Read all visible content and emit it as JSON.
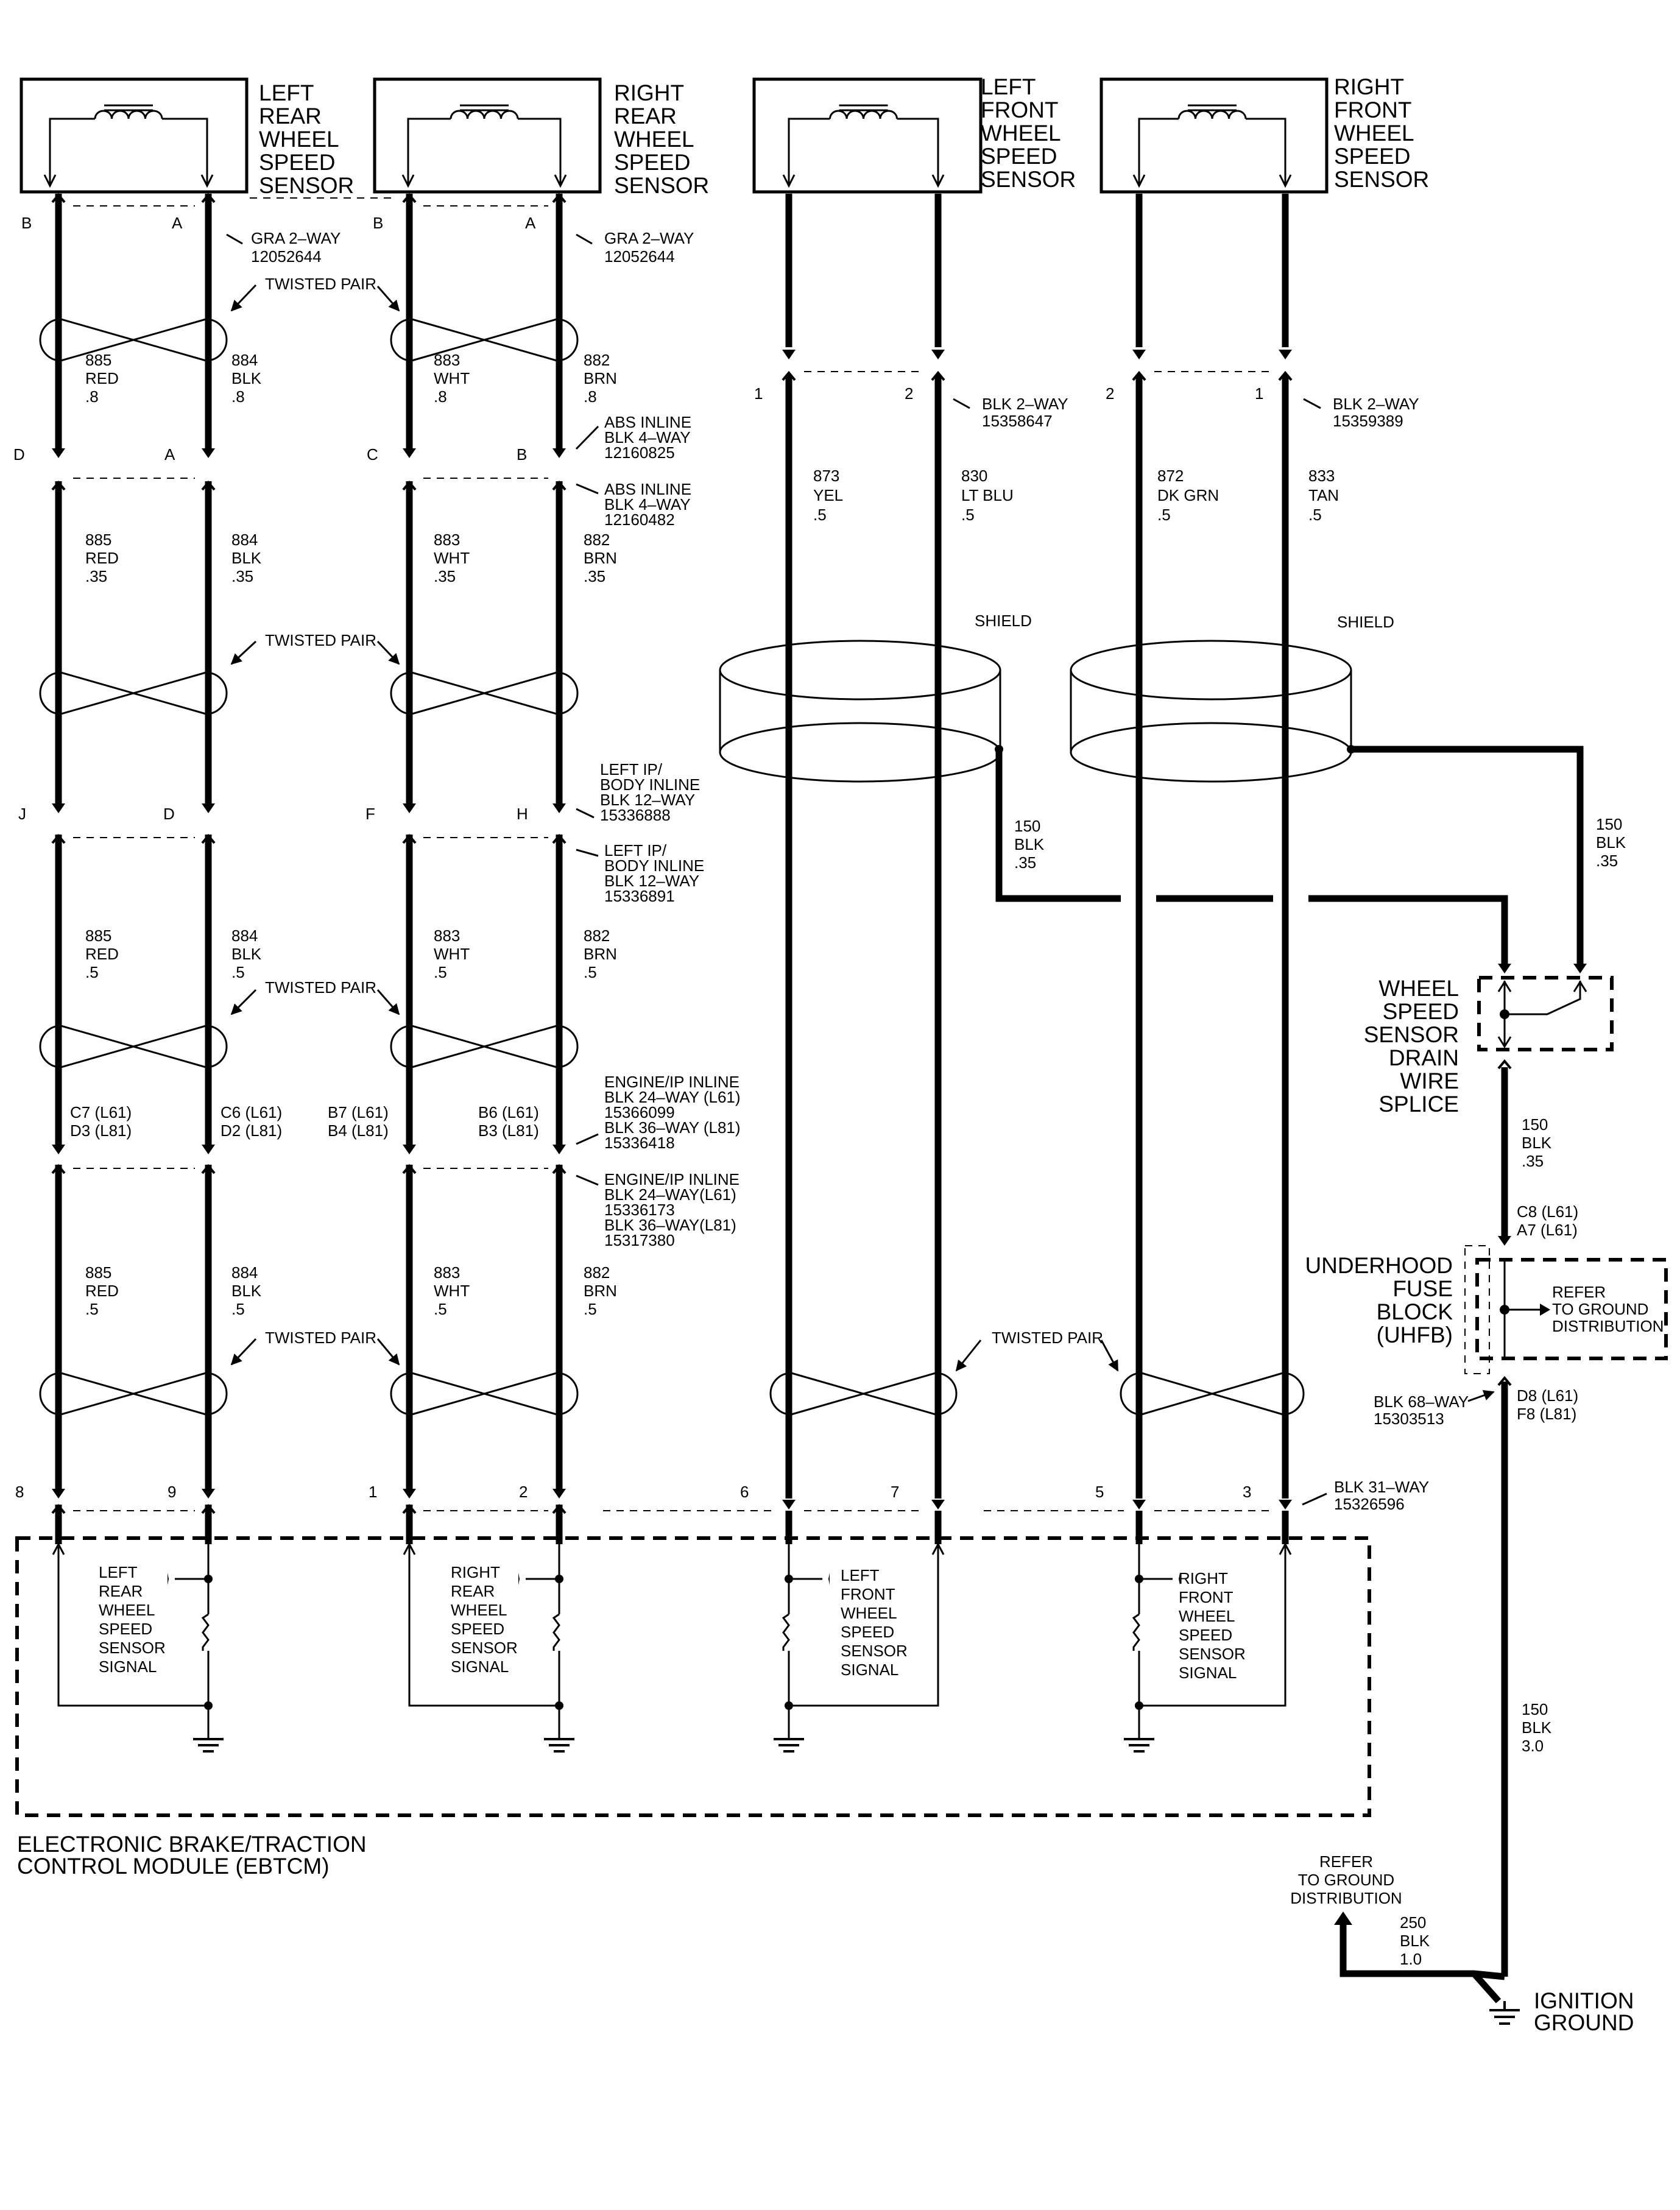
{
  "sensors": {
    "lr": [
      "LEFT",
      "REAR",
      "WHEEL",
      "SPEED",
      "SENSOR"
    ],
    "rr": [
      "RIGHT",
      "REAR",
      "WHEEL",
      "SPEED",
      "SENSOR"
    ],
    "lf": [
      "LEFT",
      "FRONT",
      "WHEEL",
      "SPEED",
      "SENSOR"
    ],
    "rf": [
      "RIGHT",
      "FRONT",
      "WHEEL",
      "SPEED",
      "SENSOR"
    ]
  },
  "connectors": {
    "rear_sensor": [
      "GRA 2–WAY",
      "12052644"
    ],
    "lf_sensor": [
      "BLK 2–WAY",
      "15358647"
    ],
    "rf_sensor": [
      "BLK 2–WAY",
      "15359389"
    ],
    "abs_inline_top": [
      "ABS INLINE",
      "BLK 4–WAY",
      "12160825"
    ],
    "abs_inline_bot": [
      "ABS INLINE",
      "BLK 4–WAY",
      "12160482"
    ],
    "ip_body_top": [
      "LEFT IP/",
      "BODY INLINE",
      "BLK 12–WAY",
      "15336888"
    ],
    "ip_body_bot": [
      "LEFT IP/",
      "BODY INLINE",
      "BLK 12–WAY",
      "15336891"
    ],
    "engine_top": [
      "ENGINE/IP INLINE",
      "BLK 24–WAY (L61)",
      "15366099",
      "BLK 36–WAY (L81)",
      "15336418"
    ],
    "engine_bot": [
      "ENGINE/IP INLINE",
      "BLK 24–WAY(L61)",
      "15336173",
      "BLK 36–WAY(L81)",
      "15317380"
    ],
    "ebtcm": [
      "BLK 31–WAY",
      "15326596"
    ],
    "uhfb": [
      "BLK 68–WAY",
      "15303513"
    ]
  },
  "pins": {
    "rear_sensor": [
      "B",
      "A",
      "B",
      "A"
    ],
    "lf_sensor": [
      "1",
      "2"
    ],
    "rf_sensor": [
      "2",
      "1"
    ],
    "abs": [
      "D",
      "A",
      "C",
      "B"
    ],
    "ip_body": [
      "J",
      "D",
      "F",
      "H"
    ],
    "engine_lr_a": [
      "C7 (L61)",
      "D3 (L81)"
    ],
    "engine_lr_b": [
      "C6 (L61)",
      "D2 (L81)"
    ],
    "engine_rr_a": [
      "B7 (L61)",
      "B4 (L81)"
    ],
    "engine_rr_b": [
      "B6 (L61)",
      "B3 (L81)"
    ],
    "ebtcm": [
      "8",
      "9",
      "1",
      "2",
      "6",
      "7",
      "5",
      "3"
    ],
    "uhfb_top": [
      "C8 (L61)",
      "A7 (L61)"
    ],
    "uhfb_bot": [
      "D8 (L61)",
      "F8 (L81)"
    ]
  },
  "wires": {
    "rear_s1": [
      [
        "885",
        "RED",
        ".8"
      ],
      [
        "884",
        "BLK",
        ".8"
      ],
      [
        "883",
        "WHT",
        ".8"
      ],
      [
        "882",
        "BRN",
        ".8"
      ]
    ],
    "rear_s2": [
      [
        "885",
        "RED",
        ".35"
      ],
      [
        "884",
        "BLK",
        ".35"
      ],
      [
        "883",
        "WHT",
        ".35"
      ],
      [
        "882",
        "BRN",
        ".35"
      ]
    ],
    "rear_s3": [
      [
        "885",
        "RED",
        ".5"
      ],
      [
        "884",
        "BLK",
        ".5"
      ],
      [
        "883",
        "WHT",
        ".5"
      ],
      [
        "882",
        "BRN",
        ".5"
      ]
    ],
    "rear_s4": [
      [
        "885",
        "RED",
        ".5"
      ],
      [
        "884",
        "BLK",
        ".5"
      ],
      [
        "883",
        "WHT",
        ".5"
      ],
      [
        "882",
        "BRN",
        ".5"
      ]
    ],
    "front": [
      [
        "873",
        "YEL",
        ".5"
      ],
      [
        "830",
        "LT BLU",
        ".5"
      ],
      [
        "872",
        "DK GRN",
        ".5"
      ],
      [
        "833",
        "TAN",
        ".5"
      ]
    ],
    "drain_left": [
      "150",
      "BLK",
      ".35"
    ],
    "drain_right": [
      "150",
      "BLK",
      ".35"
    ],
    "splice_out": [
      "150",
      "BLK",
      ".35"
    ],
    "fuse_out": [
      "150",
      "BLK",
      "3.0"
    ],
    "ground_ref": [
      "250",
      "BLK",
      "1.0"
    ]
  },
  "labels": {
    "twisted_pair": "TWISTED PAIR",
    "shield": "SHIELD",
    "splice": [
      "WHEEL",
      "SPEED",
      "SENSOR",
      "DRAIN",
      "WIRE",
      "SPLICE"
    ],
    "uhfb": [
      "UNDERHOOD",
      "FUSE",
      "BLOCK",
      "(UHFB)"
    ],
    "refer_ground_box": [
      "REFER",
      "TO GROUND",
      "DISTRIBUTION"
    ],
    "refer_ground_bottom": [
      "REFER",
      "TO GROUND",
      "DISTRIBUTION"
    ],
    "ignition_ground": [
      "IGNITION",
      "GROUND"
    ],
    "ebtcm_title": [
      "ELECTRONIC BRAKE/TRACTION",
      "CONTROL MODULE (EBTCM)"
    ],
    "signals": {
      "lr": [
        "LEFT",
        "REAR",
        "WHEEL",
        "SPEED",
        "SENSOR",
        "SIGNAL"
      ],
      "rr": [
        "RIGHT",
        "REAR",
        "WHEEL",
        "SPEED",
        "SENSOR",
        "SIGNAL"
      ],
      "lf": [
        "LEFT",
        "FRONT",
        "WHEEL",
        "SPEED",
        "SENSOR",
        "SIGNAL"
      ],
      "rf": [
        "RIGHT",
        "FRONT",
        "WHEEL",
        "SPEED",
        "SENSOR",
        "SIGNAL"
      ]
    }
  }
}
